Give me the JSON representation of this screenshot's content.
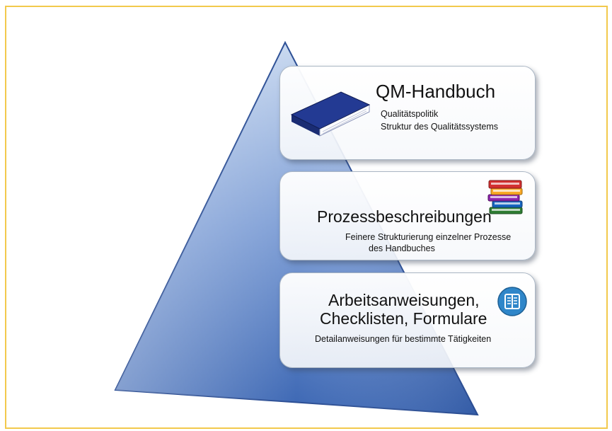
{
  "colors": {
    "frame_border": "#f2c94c",
    "pyramid_light": "#c9d9f0",
    "pyramid_dark": "#3b66b3",
    "card_border": "#aab6c4",
    "book_blue": "#233a93",
    "manual_icon": "#2f86c9"
  },
  "levels": [
    {
      "title_lines": [
        "QM-Handbuch"
      ],
      "details": [
        "Qualitätspolitik",
        "Struktur des Qualitätssystems"
      ],
      "icon": "book-icon"
    },
    {
      "title_lines": [
        "Prozessbeschreibungen"
      ],
      "details": [
        "Feinere Strukturierung einzelner Prozesse",
        "des Handbuches"
      ],
      "icon": "book-stack-icon"
    },
    {
      "title_lines": [
        "Arbeitsanweisungen,",
        "Checklisten, Formulare"
      ],
      "details": [
        "Detailanweisungen für bestimmte Tätigkeiten"
      ],
      "icon": "manual-icon"
    }
  ]
}
